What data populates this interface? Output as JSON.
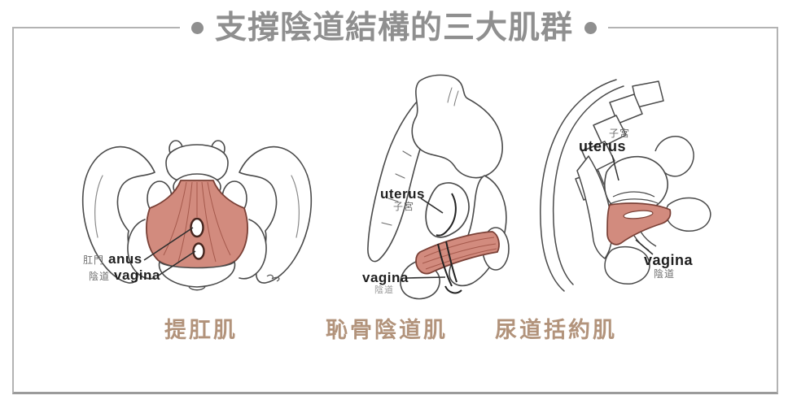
{
  "page": {
    "title": "支撐陰道結構的三大肌群",
    "title_color": "#8f8f8f",
    "border_color": "#b3b3b3",
    "background": "#ffffff"
  },
  "icons": {
    "title_dot_left": "round-bullet",
    "title_dot_right": "round-bullet"
  },
  "colors": {
    "muscle_fill": "#d28b7e",
    "muscle_outline": "#7a4036",
    "muscle_fiber": "#a5594c",
    "bone_outline": "#4a4a4a",
    "caption_color": "#b2937b",
    "label_en_color": "#1f1f1f",
    "label_zh_color": "#6f6f6f"
  },
  "diagrams": [
    {
      "id": "levator-ani",
      "caption": "提肛肌",
      "labels": {
        "anus_zh": "肛門",
        "anus_en": "anus",
        "vagina_zh": "陰道",
        "vagina_en": "vagina"
      }
    },
    {
      "id": "pubovaginal",
      "caption": "恥骨陰道肌",
      "labels": {
        "uterus_en": "uterus",
        "uterus_zh": "子宮",
        "vagina_en": "vagina",
        "vagina_zh": "陰道"
      }
    },
    {
      "id": "urethral-sphincter",
      "caption": "尿道括約肌",
      "labels": {
        "uterus_zh": "子宮",
        "uterus_en": "uterus",
        "vagina_en": "vagina",
        "vagina_zh": "陰道"
      }
    }
  ]
}
